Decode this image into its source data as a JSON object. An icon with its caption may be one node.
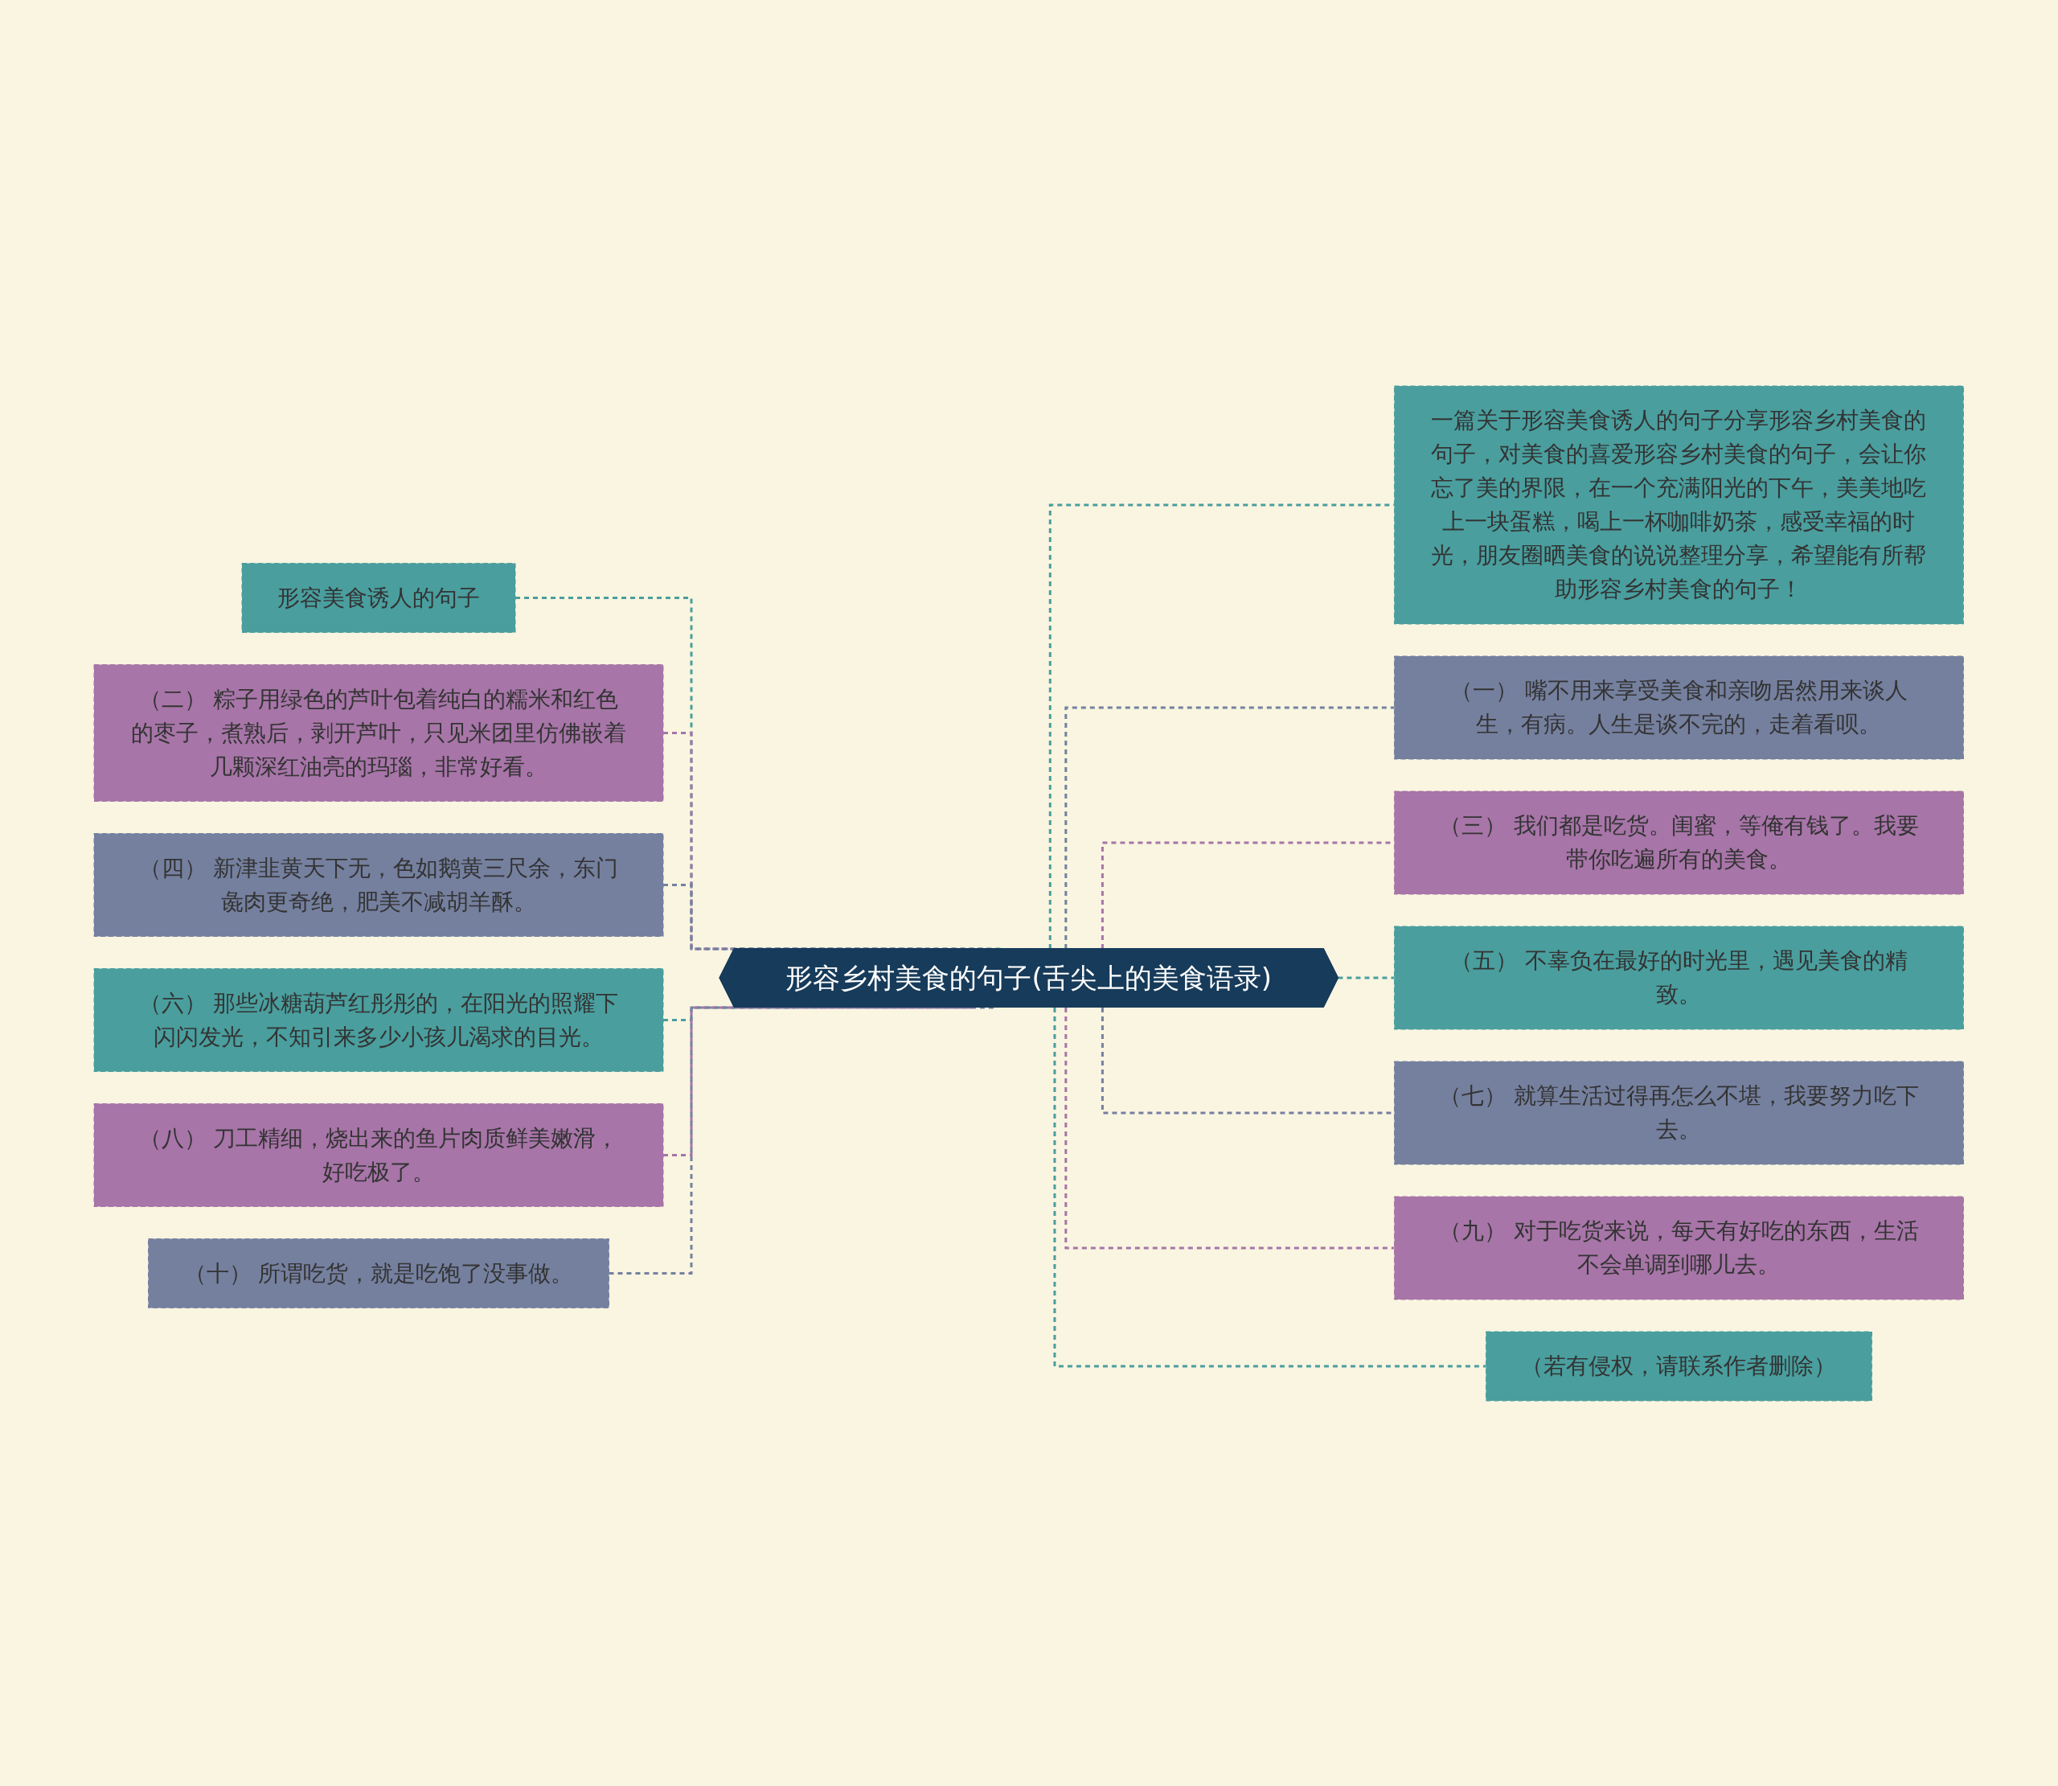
{
  "diagram": {
    "nodes": [
      {
        "text": [
          "形容乡村美食的句子(舌尖上的美食语录)"
        ]
      },
      {
        "text": [
          "形容美食诱人的句子"
        ]
      },
      {
        "text": [
          "（二） 粽子用绿色的芦叶包着纯白的糯米和红色的枣子，煮熟后，剥开芦叶，只见米团里仿佛嵌着几颗深红油亮的玛瑙，非常好看。"
        ]
      },
      {
        "text": [
          "（四） 新津韭黄天下无，色如鹅黄三尺余，东门彘肉更奇绝，肥美不减胡羊酥。"
        ]
      },
      {
        "text": [
          "（六） 那些冰糖葫芦红彤彤的，在阳光的照耀下闪闪发光，不知引来多少小孩儿渴求的目光。"
        ]
      },
      {
        "text": [
          "（八） 刀工精细，烧出来的鱼片肉质鲜美嫩滑，好吃极了。"
        ]
      },
      {
        "text": [
          "（十） 所谓吃货，就是吃饱了没事做。"
        ]
      },
      {
        "text": [
          "一篇关于形容美食诱人的句子分享形容乡村美食的句子，对美食的喜爱形容乡村美食的句子，会让你忘了美的界限，在一个充满阳光的下午，美美地吃上一块蛋糕，喝上一杯咖啡奶茶，感受幸福的时光，朋友圈晒美食的说说整理分享，希望能有所帮助形容乡村美食的句子！"
        ]
      },
      {
        "text": [
          "（一） 嘴不用来享受美食和亲吻居然用来谈人生，有病。人生是谈不完的，走着看呗。"
        ]
      },
      {
        "text": [
          "（三） 我们都是吃货。闺蜜，等俺有钱了。我要带你吃遍所有的美食。"
        ]
      },
      {
        "text": [
          "（五） 不辜负在最好的时光里，遇见美食的精致。"
        ]
      },
      {
        "text": [
          "（七） 就算生活过得再怎么不堪，我要努力吃下去。"
        ]
      },
      {
        "text": [
          "（九） 对于吃货来说，每天有好吃的东西，生活不会单调到哪儿去。"
        ]
      },
      {
        "text": [
          "（若有侵权，请联系作者删除）"
        ]
      }
    ],
    "edges": [
      {
        "from": 0,
        "to": 1,
        "arrow": "none",
        "style": "dashed"
      },
      {
        "from": 0,
        "to": 2,
        "arrow": "none",
        "style": "dashed",
        "color": "#a775a8"
      },
      {
        "from": 0,
        "to": 3,
        "arrow": "none",
        "style": "dashed",
        "color": "#75809f"
      },
      {
        "from": 0,
        "to": 4,
        "arrow": "none",
        "style": "dashed"
      },
      {
        "from": 0,
        "to": 5,
        "arrow": "none",
        "style": "dashed",
        "color": "#a775a8"
      },
      {
        "from": 0,
        "to": 6,
        "arrow": "none",
        "style": "dashed",
        "color": "#75809f"
      },
      {
        "from": 0,
        "to": 7,
        "arrow": "none",
        "style": "dashed"
      },
      {
        "from": 0,
        "to": 8,
        "arrow": "none",
        "style": "dashed",
        "color": "#75809f"
      },
      {
        "from": 0,
        "to": 9,
        "arrow": "none",
        "style": "dashed",
        "color": "#a775a8"
      },
      {
        "from": 0,
        "to": 10,
        "arrow": "none",
        "style": "dashed"
      },
      {
        "from": 0,
        "to": 11,
        "arrow": "none",
        "style": "dashed",
        "color": "#75809f"
      },
      {
        "from": 0,
        "to": 12,
        "arrow": "none",
        "style": "dashed",
        "color": "#a775a8"
      },
      {
        "from": 0,
        "to": 13,
        "arrow": "none",
        "style": "dashed"
      }
    ]
  }
}
